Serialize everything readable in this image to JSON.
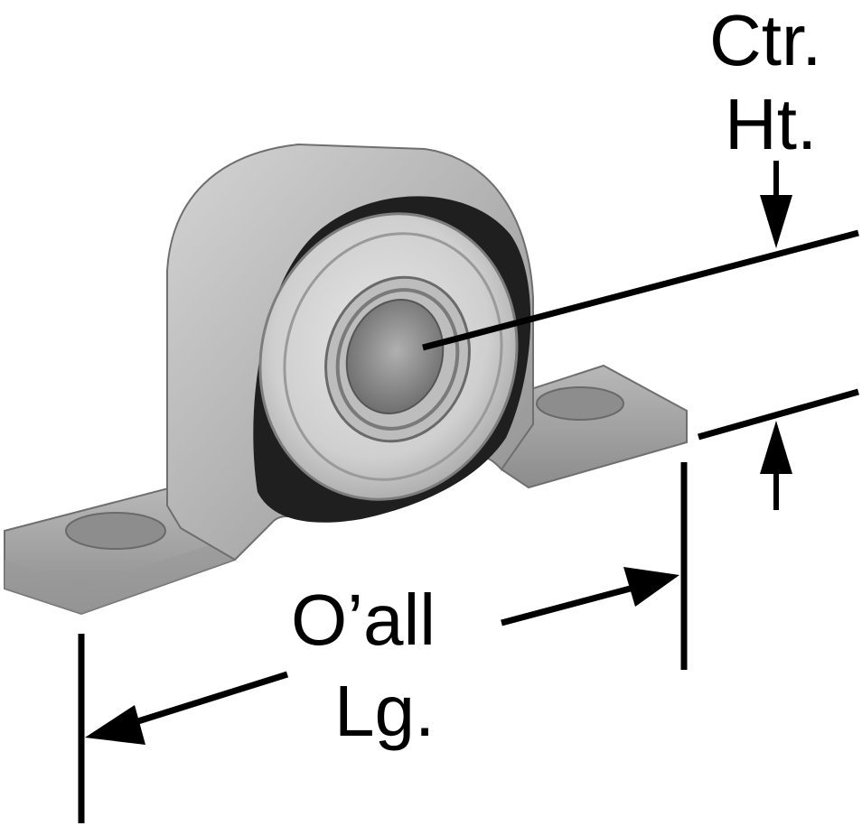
{
  "labels": {
    "ctr_line1": "Ctr.",
    "ctr_line2": "Ht.",
    "oall_line1": "O’all",
    "oall_line2": "Lg."
  },
  "colors": {
    "ink": "#000000",
    "housing_light": "#c9c9c9",
    "housing_mid": "#a9a9a9",
    "housing_dark": "#8a8a8a",
    "bearing_ring": "#d6d6d6",
    "shaft": "#9a9a9a"
  },
  "parts": {
    "housing": "pillow-block-housing",
    "bearing": "ball-bearing-insert"
  }
}
